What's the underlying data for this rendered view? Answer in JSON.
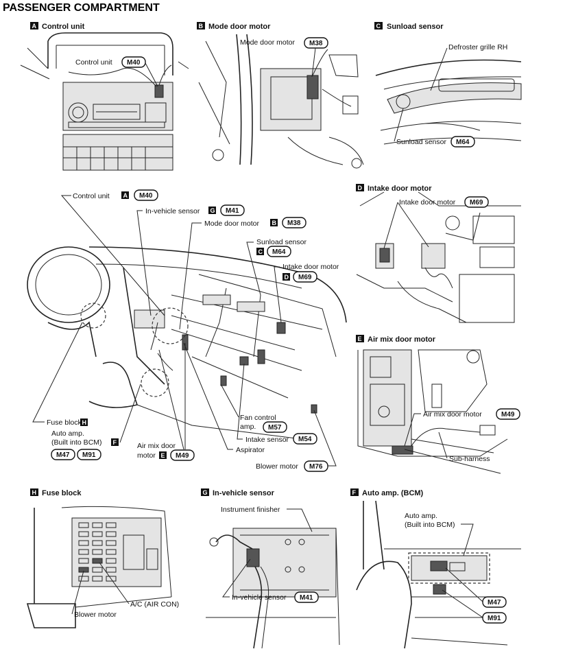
{
  "page_title": "PASSENGER COMPARTMENT",
  "panels": {
    "A": {
      "letter": "A",
      "title": "Control unit",
      "label": "Control unit",
      "connector": "M40"
    },
    "B": {
      "letter": "B",
      "title": "Mode door motor",
      "label": "Mode door motor",
      "connector": "M38"
    },
    "C": {
      "letter": "C",
      "title": "Sunload sensor",
      "label_grille": "Defroster grille RH",
      "label": "Sunload sensor",
      "connector": "M64"
    },
    "D": {
      "letter": "D",
      "title": "Intake door motor",
      "label": "Intake door motor",
      "connector": "M69"
    },
    "E": {
      "letter": "E",
      "title": "Air mix door motor",
      "label": "Air mix door motor",
      "connector": "M49",
      "label_sub": "Sub-harness"
    },
    "H": {
      "letter": "H",
      "title": "Fuse block",
      "label_ac": "A/C (AIR CON)",
      "label_blower": "Blower motor"
    },
    "G": {
      "letter": "G",
      "title": "In-vehicle sensor",
      "label_finisher": "Instrument finisher",
      "label": "In-vehicle sensor",
      "connector": "M41"
    },
    "F": {
      "letter": "F",
      "title": "Auto amp. (BCM)",
      "label_line1": "Auto amp.",
      "label_line2": "(Built into BCM)",
      "connector1": "M47",
      "connector2": "M91"
    }
  },
  "overview": {
    "control_unit": {
      "text": "Control unit",
      "letter": "A",
      "connector": "M40"
    },
    "invehicle_sensor": {
      "text": "In-vehicle sensor",
      "letter": "G",
      "connector": "M41"
    },
    "mode_door_motor": {
      "text": "Mode door motor",
      "letter": "B",
      "connector": "M38"
    },
    "sunload_sensor": {
      "text": "Sunload sensor",
      "letter": "C",
      "connector": "M64"
    },
    "intake_door_motor": {
      "text": "Intake door motor",
      "letter": "D",
      "connector": "M69"
    },
    "fuse_block": {
      "text": "Fuse block",
      "letter": "H"
    },
    "auto_amp": {
      "line1": "Auto amp.",
      "line2": "(Built into BCM)",
      "letter": "F",
      "connector1": "M47",
      "connector2": "M91"
    },
    "air_mix": {
      "line1": "Air mix door",
      "line2": "motor",
      "letter": "E",
      "connector": "M49"
    },
    "fan_control": {
      "line1": "Fan control",
      "line2": "amp.",
      "connector": "M57"
    },
    "intake_sensor": {
      "text": "Intake sensor",
      "connector": "M54"
    },
    "aspirator": {
      "text": "Aspirator"
    },
    "blower_motor": {
      "text": "Blower motor",
      "connector": "M76"
    }
  }
}
